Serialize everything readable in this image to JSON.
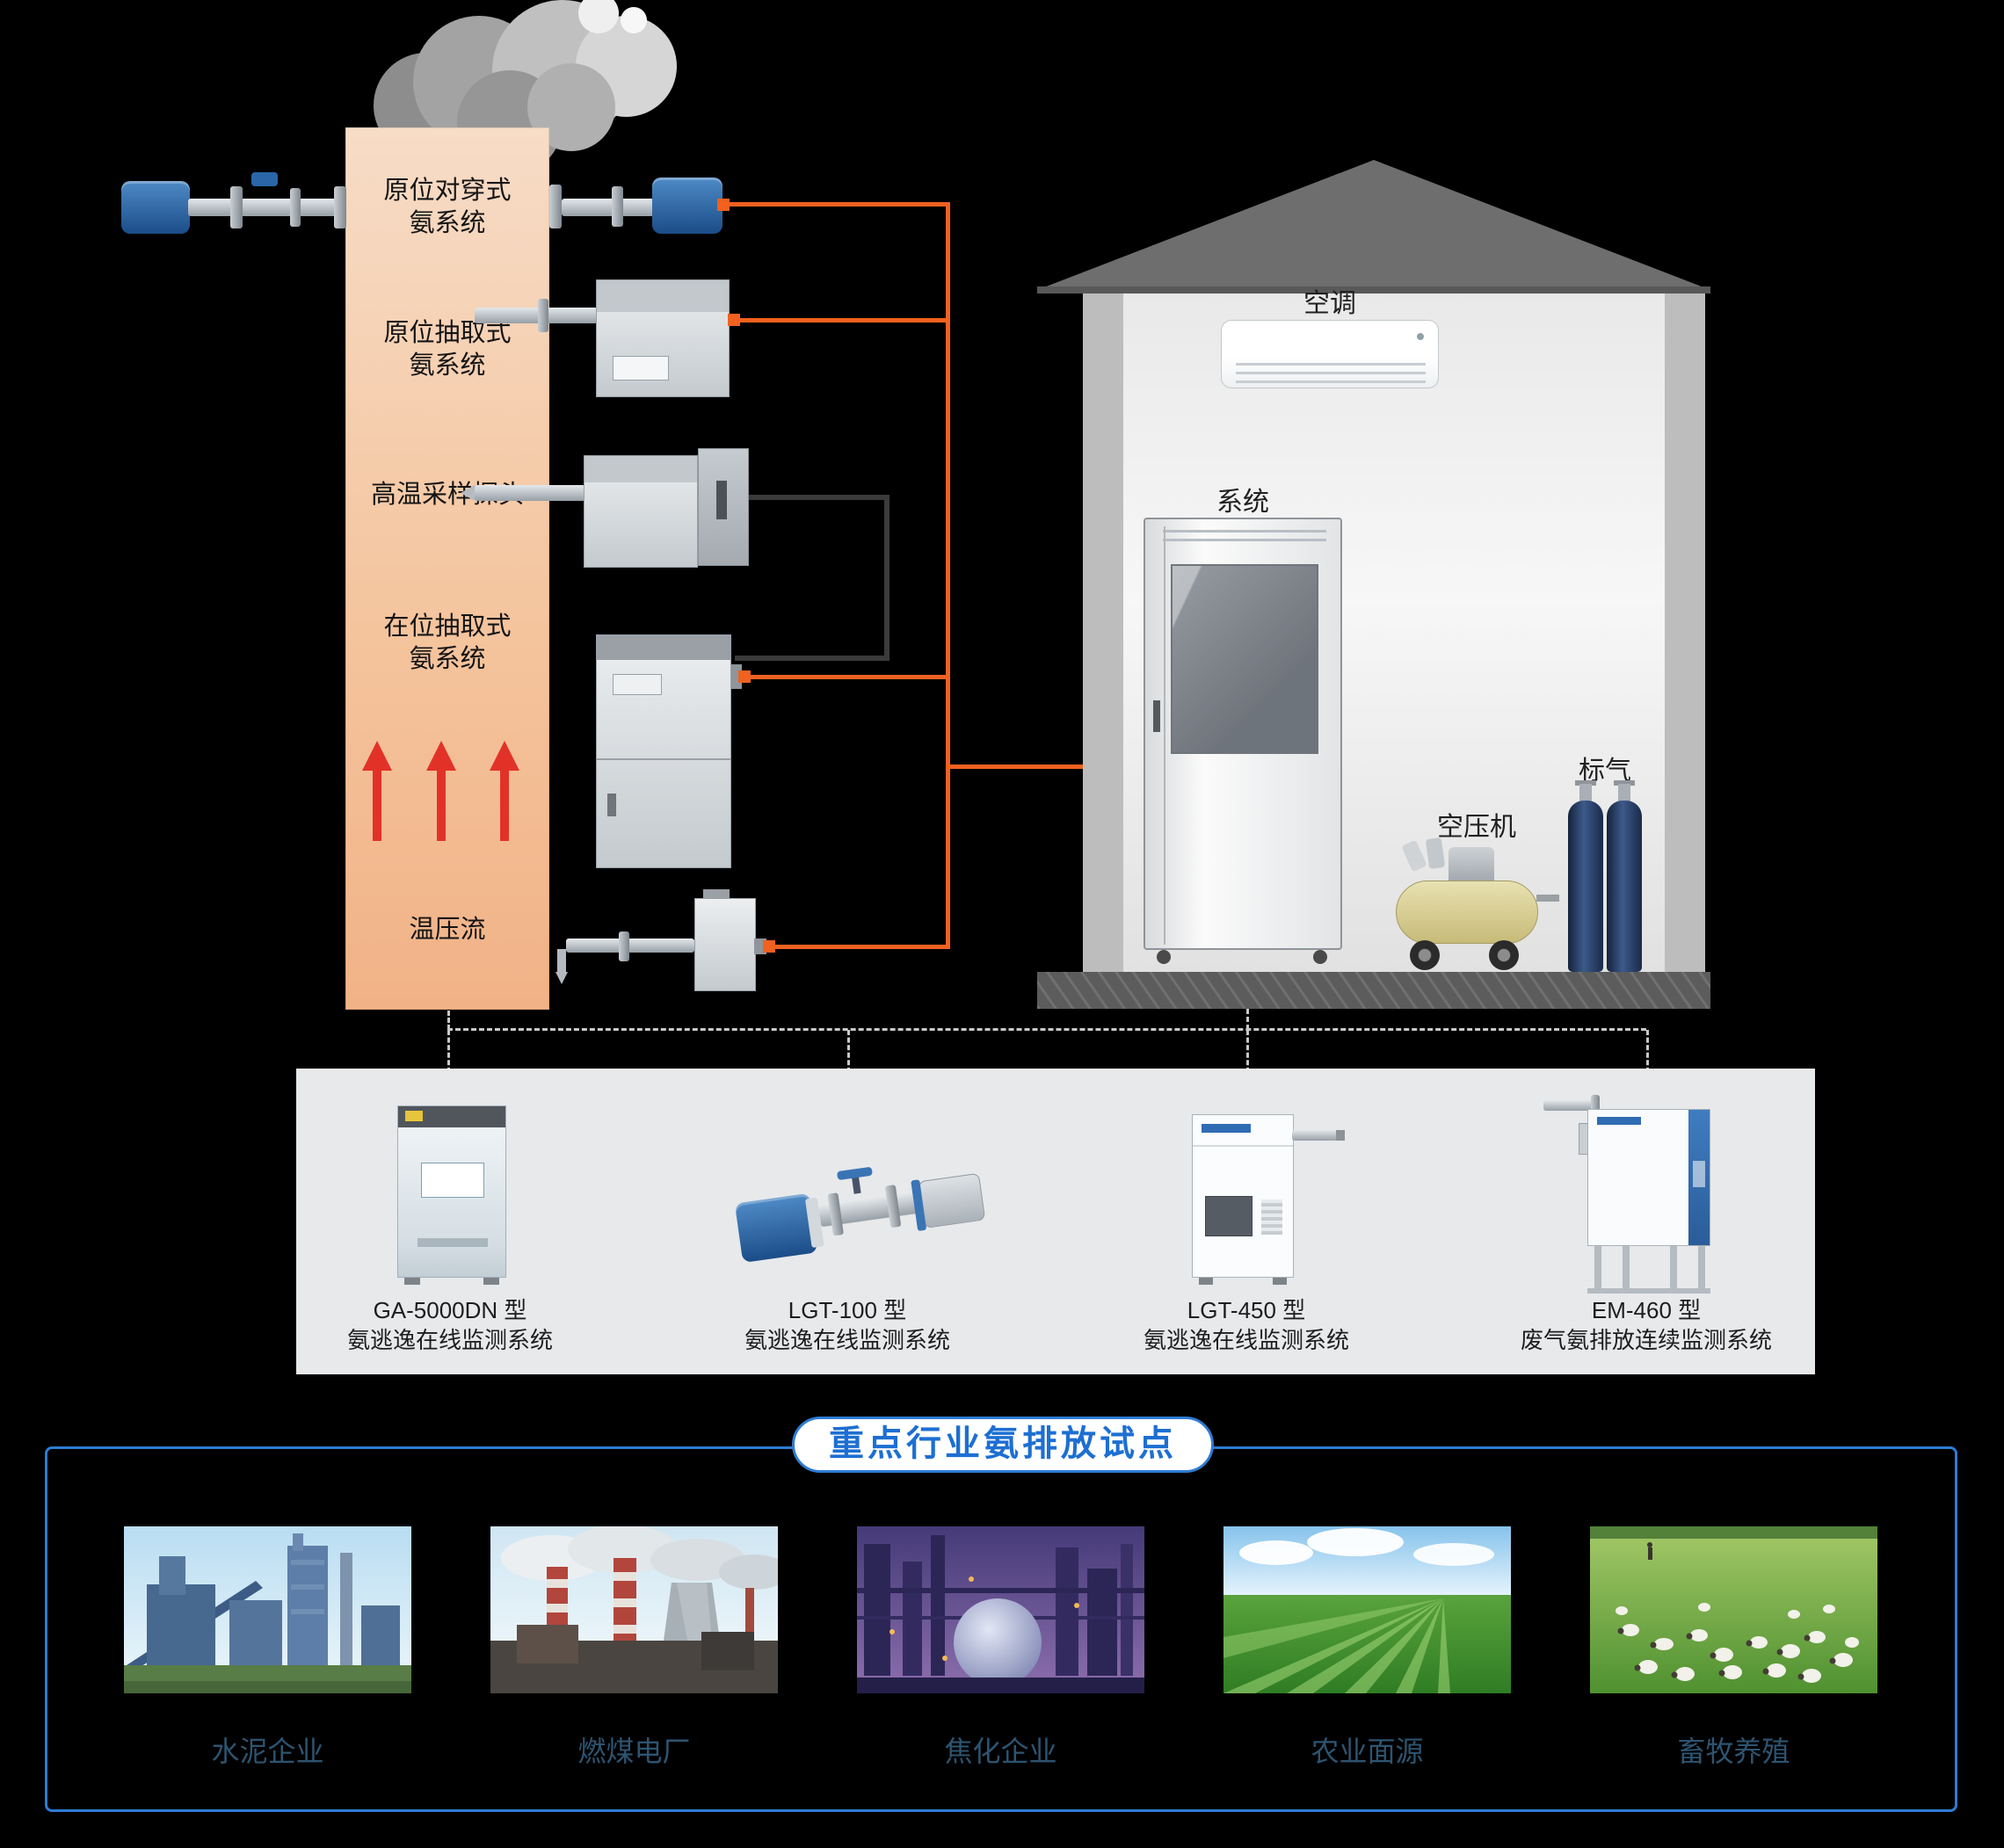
{
  "stack": {
    "labels": [
      {
        "line1": "原位对穿式",
        "line2": "氨系统"
      },
      {
        "line1": "原位抽取式",
        "line2": "氨系统"
      },
      {
        "line1": "高温采样探头",
        "line2": ""
      },
      {
        "line1": "在位抽取式",
        "line2": "氨系统"
      },
      {
        "line1": "温压流",
        "line2": ""
      }
    ]
  },
  "shelter": {
    "ac_label": "空调",
    "cabinet_label": "系统",
    "compressor_label": "空压机",
    "gas_label": "标气"
  },
  "products": {
    "items": [
      {
        "model": "GA-5000DN 型",
        "name": "氨逃逸在线监测系统"
      },
      {
        "model": "LGT-100 型",
        "name": "氨逃逸在线监测系统"
      },
      {
        "model": "LGT-450 型",
        "name": "氨逃逸在线监测系统"
      },
      {
        "model": "EM-460 型",
        "name": "废气氨排放连续监测系统"
      }
    ]
  },
  "pilot": {
    "title": "重点行业氨排放试点",
    "industries": [
      "水泥企业",
      "燃煤电厂",
      "焦化企业",
      "农业面源",
      "畜牧养殖"
    ]
  },
  "colors": {
    "background": "#000000",
    "stack_fill": "#f4c59e",
    "arrow_red": "#e23227",
    "line_orange": "#f1611f",
    "panel_gray": "#e7e9eb",
    "pilot_blue": "#2e7cd4",
    "industry_label_blue": "#2d5471"
  }
}
